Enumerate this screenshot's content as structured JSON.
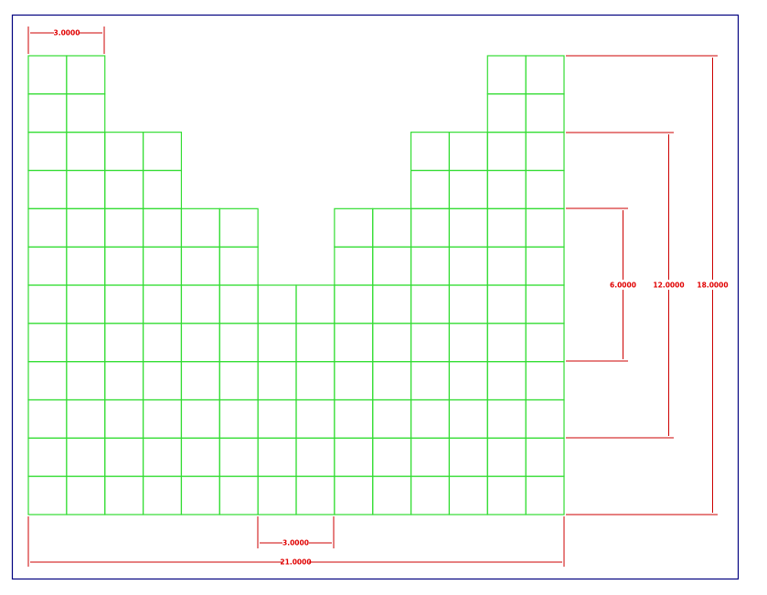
{
  "drawing": {
    "background": "#ffffff",
    "border_color": "#000080",
    "grid_color": "#33dd33",
    "dimension_color": "#cc0000",
    "grid": {
      "columns": 14,
      "rows": 12,
      "column_heights": [
        12,
        12,
        10,
        10,
        8,
        8,
        6,
        6,
        8,
        8,
        10,
        10,
        12,
        12
      ],
      "cell_units": 1.5
    },
    "dimensions": {
      "top_width": "3.0000",
      "bottom_notch": "3.0000",
      "overall_width": "21.0000",
      "height_inner": "6.0000",
      "height_mid": "12.0000",
      "height_outer": "18.0000"
    }
  }
}
